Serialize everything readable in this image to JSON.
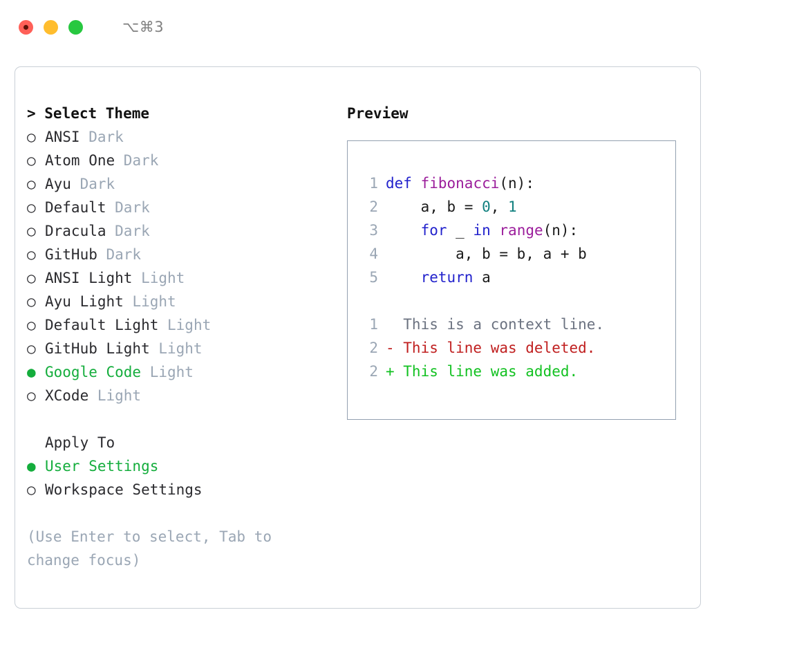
{
  "window": {
    "shortcut_label": "⌥⌘3",
    "traffic_lights": [
      {
        "name": "close",
        "color": "#ff6058"
      },
      {
        "name": "minimize",
        "color": "#ffbd2e"
      },
      {
        "name": "maximize",
        "color": "#28c840"
      }
    ]
  },
  "colors": {
    "selected_green": "#14ad3c",
    "muted": "#9aa6b4",
    "border": "#c9cfd6",
    "preview_border": "#93a0b0",
    "keyword": "#2222cc",
    "function": "#9b1d9b",
    "number": "#11807f",
    "diff_context": "#6b7280",
    "diff_deleted": "#c02020",
    "diff_added": "#12c121"
  },
  "theme_picker": {
    "heading": "> Select Theme",
    "marker_unselected": "○",
    "marker_selected": "●",
    "items": [
      {
        "marker": "○",
        "label": "ANSI",
        "suffix": "Dark",
        "selected": false
      },
      {
        "marker": "○",
        "label": "Atom One",
        "suffix": "Dark",
        "selected": false
      },
      {
        "marker": "○",
        "label": "Ayu",
        "suffix": "Dark",
        "selected": false
      },
      {
        "marker": "○",
        "label": "Default",
        "suffix": "Dark",
        "selected": false
      },
      {
        "marker": "○",
        "label": "Dracula",
        "suffix": "Dark",
        "selected": false
      },
      {
        "marker": "○",
        "label": "GitHub",
        "suffix": "Dark",
        "selected": false
      },
      {
        "marker": "○",
        "label": "ANSI Light",
        "suffix": "Light",
        "selected": false
      },
      {
        "marker": "○",
        "label": "Ayu Light",
        "suffix": "Light",
        "selected": false
      },
      {
        "marker": "○",
        "label": "Default Light",
        "suffix": "Light",
        "selected": false
      },
      {
        "marker": "○",
        "label": "GitHub Light",
        "suffix": "Light",
        "selected": false
      },
      {
        "marker": "●",
        "label": "Google Code",
        "suffix": "Light",
        "selected": true
      },
      {
        "marker": "○",
        "label": "XCode",
        "suffix": "Light",
        "selected": false
      }
    ]
  },
  "apply_to": {
    "heading": "Apply To",
    "items": [
      {
        "marker": "●",
        "label": "User Settings",
        "selected": true
      },
      {
        "marker": "○",
        "label": "Workspace Settings",
        "selected": false
      }
    ]
  },
  "help_text": "(Use Enter to select, Tab to change focus)",
  "preview": {
    "heading": "Preview",
    "code_lines": [
      {
        "number": "1",
        "tokens": [
          {
            "t": "def",
            "c": "kw"
          },
          {
            "t": " ",
            "c": "pl"
          },
          {
            "t": "fibonacci",
            "c": "fn"
          },
          {
            "t": "(n):",
            "c": "pl"
          }
        ]
      },
      {
        "number": "2",
        "tokens": [
          {
            "t": "    a, b = ",
            "c": "pl"
          },
          {
            "t": "0",
            "c": "num"
          },
          {
            "t": ", ",
            "c": "pl"
          },
          {
            "t": "1",
            "c": "num"
          }
        ]
      },
      {
        "number": "3",
        "tokens": [
          {
            "t": "    ",
            "c": "pl"
          },
          {
            "t": "for",
            "c": "kw"
          },
          {
            "t": " _ ",
            "c": "pl"
          },
          {
            "t": "in",
            "c": "kw"
          },
          {
            "t": " ",
            "c": "pl"
          },
          {
            "t": "range",
            "c": "fn"
          },
          {
            "t": "(n):",
            "c": "pl"
          }
        ]
      },
      {
        "number": "4",
        "tokens": [
          {
            "t": "        a, b = b, a + b",
            "c": "pl"
          }
        ]
      },
      {
        "number": "5",
        "tokens": [
          {
            "t": "    ",
            "c": "pl"
          },
          {
            "t": "return",
            "c": "kw"
          },
          {
            "t": " a",
            "c": "pl"
          }
        ]
      }
    ],
    "diff_lines": [
      {
        "number": "1",
        "kind": "context",
        "text": "  This is a context line."
      },
      {
        "number": "2",
        "kind": "deleted",
        "text": "- This line was deleted."
      },
      {
        "number": "2",
        "kind": "added",
        "text": "+ This line was added."
      }
    ]
  }
}
